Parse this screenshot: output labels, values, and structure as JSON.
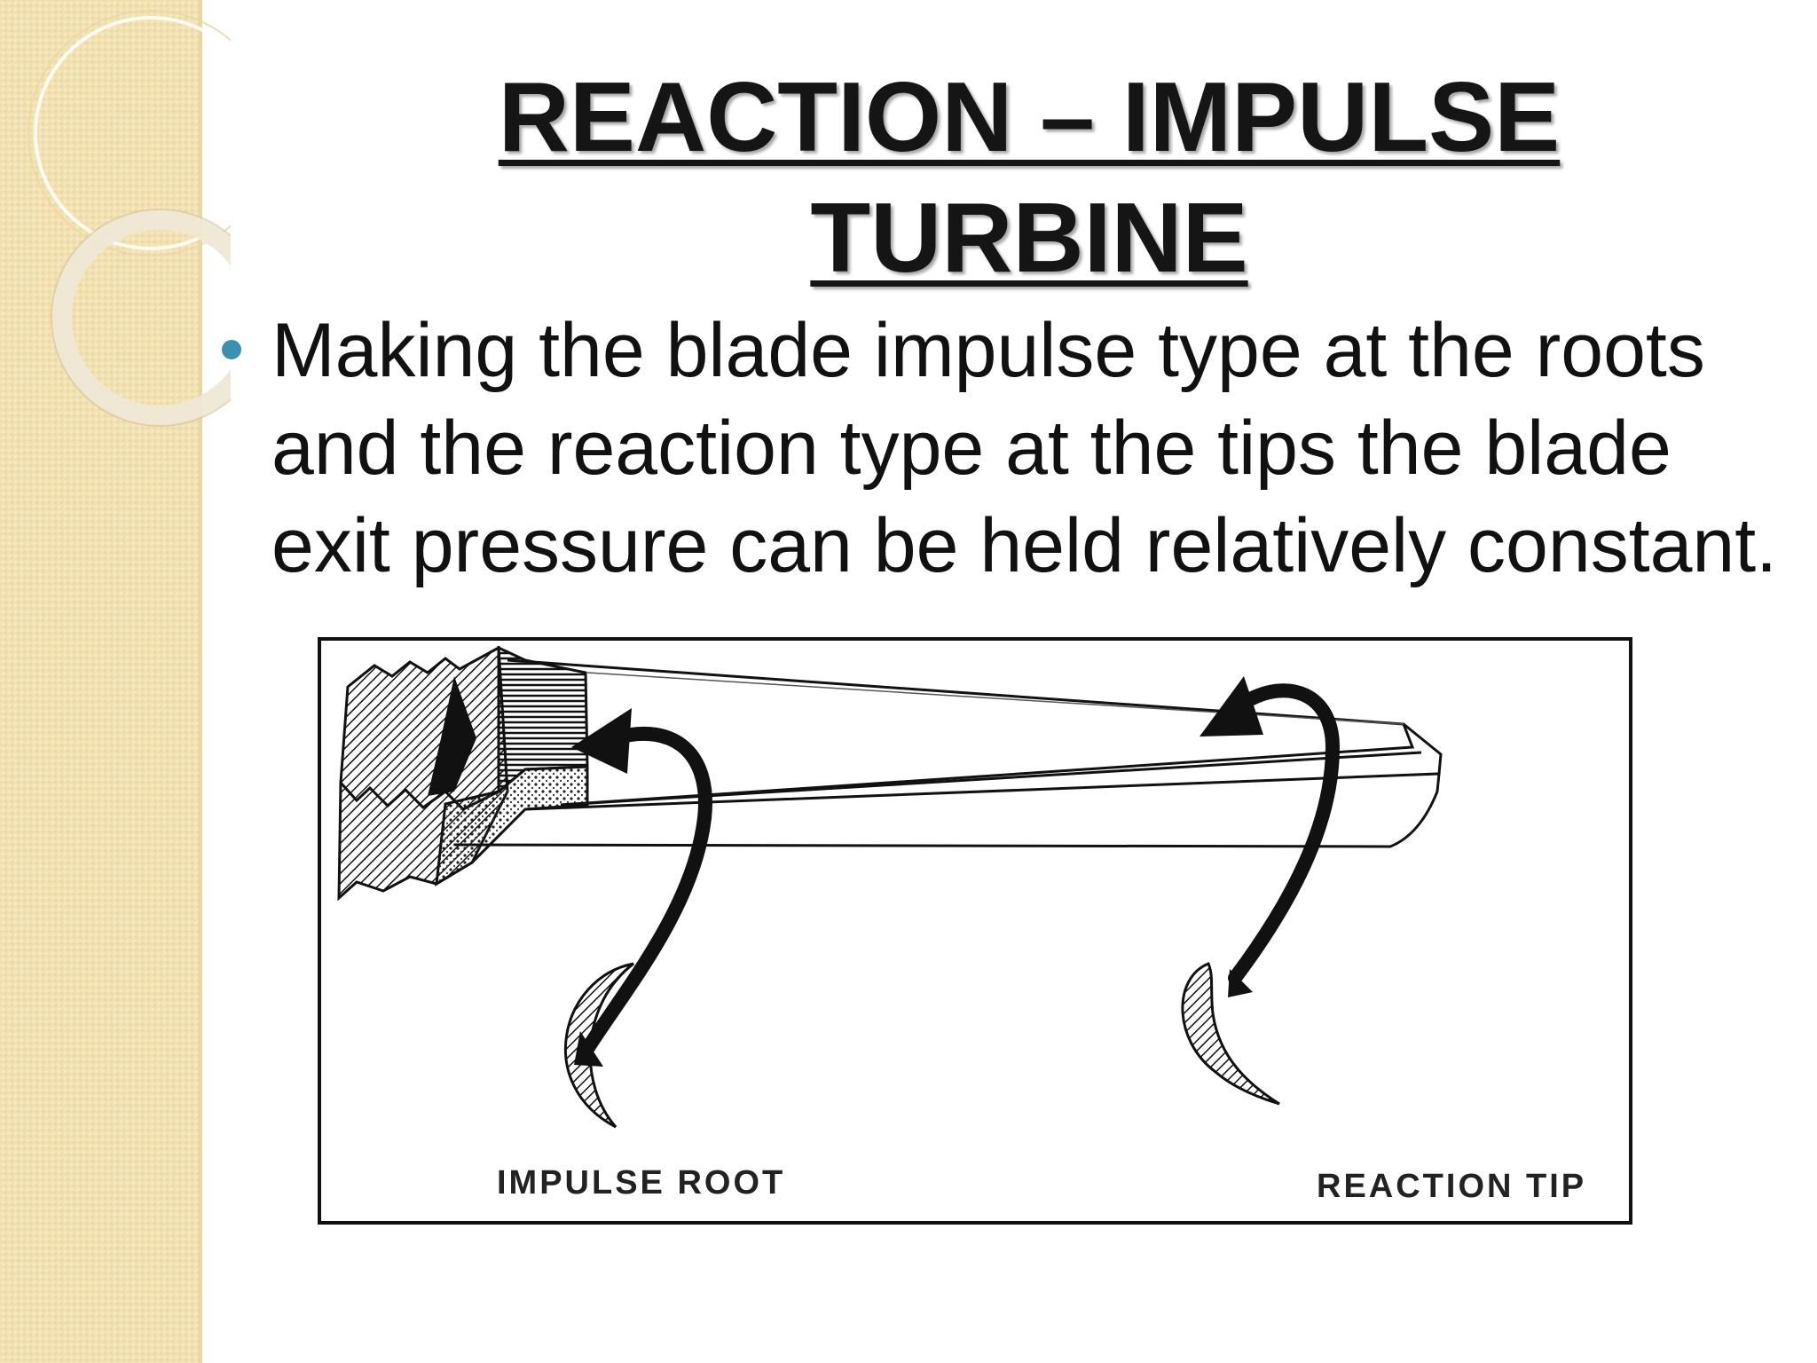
{
  "slide": {
    "title": "REACTION – IMPULSE TURBINE",
    "bullet_text": "Making the blade impulse type at the roots and the reaction type at the tips the blade exit pressure can be held relatively constant."
  },
  "figure": {
    "label_root": "IMPULSE ROOT",
    "label_tip": "REACTION TIP"
  },
  "colors": {
    "side_band": "#f3e2b1",
    "bullet": "#3b8fb0",
    "text": "#111111"
  }
}
